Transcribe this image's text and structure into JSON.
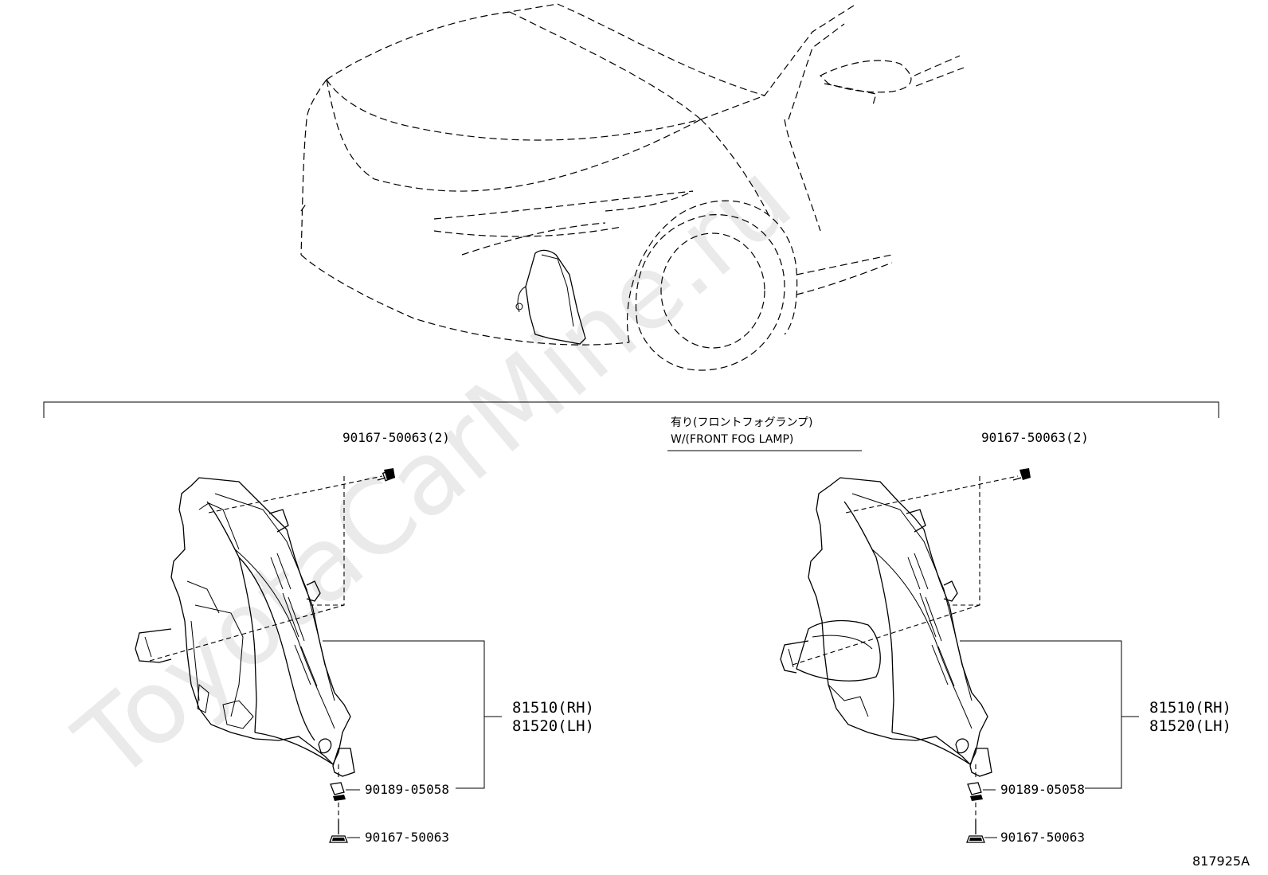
{
  "watermark": "ToyotaCarMine.ru",
  "condition": {
    "jp": "有り(フロントフォグランプ)",
    "en": "W/(FRONT FOG LAMP)"
  },
  "left_assembly": {
    "bolt_top": "90167-50063(2)",
    "lamp_rh": "81510(RH)",
    "lamp_lh": "81520(LH)",
    "clip": "90189-05058",
    "screw": "90167-50063"
  },
  "right_assembly": {
    "bolt_top": "90167-50063(2)",
    "lamp_rh": "81510(RH)",
    "lamp_lh": "81520(LH)",
    "clip": "90189-05058",
    "screw": "90167-50063"
  },
  "illustration_code": "817925A",
  "icons": {
    "car": "car-front-outline-icon",
    "fog_lamp": "fog-lamp-housing-icon",
    "bolt": "bolt-icon",
    "clip": "clip-nut-icon",
    "screw": "screw-icon"
  }
}
